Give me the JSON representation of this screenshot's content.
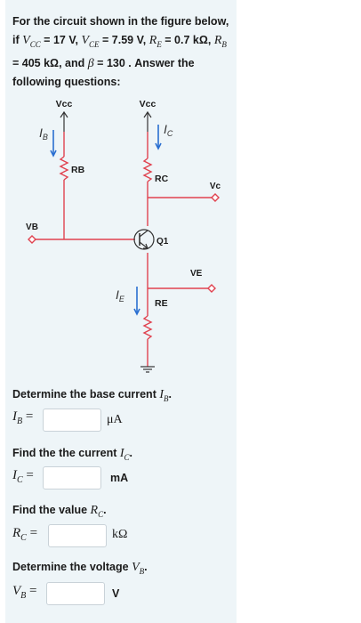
{
  "question": {
    "intro": "For the circuit shown in the figure below, if",
    "vcc_sym": "V",
    "vcc_sub": "CC",
    "vcc_val": " = 17 V, ",
    "vce_sym": "V",
    "vce_sub": "CE",
    "vce_val": " = 7.59 V,",
    "re_sym": "R",
    "re_sub": "E",
    "re_val": " = 0.7 kΩ, ",
    "rb_sym": "R",
    "rb_sub": "B",
    "rb_val": " = 405 kΩ, and ",
    "beta_sym": "β",
    "beta_val": " = 130",
    "outro": ". Answer the following questions:"
  },
  "circuit": {
    "vcc_left": "Vcc",
    "vcc_right": "Vcc",
    "ib_label": "I",
    "ib_sub": "B",
    "ic_label": "I",
    "ic_sub": "C",
    "rb_label": "RB",
    "rc_label": "RC",
    "vc_label": "Vc",
    "vb_label": "VB",
    "q1_label": "Q1",
    "ve_label": "VE",
    "ie_label": "I",
    "ie_sub": "E",
    "re_label": "RE",
    "colors": {
      "wire": "#e0424f",
      "arrow": "#2a6fd1",
      "node": "#e0424f"
    }
  },
  "parts": [
    {
      "prompt": "Determine the base current ",
      "sym": "I",
      "sub": "B",
      "end": ".",
      "lhs": "I",
      "lhs_sub": "B",
      "eq": " =",
      "value": "",
      "unit": "μA"
    },
    {
      "prompt": "Find the the current ",
      "sym": "I",
      "sub": "C",
      "end": ".",
      "lhs": "I",
      "lhs_sub": "C",
      "eq": " =",
      "value": "",
      "unit": "mA"
    },
    {
      "prompt": "Find the value ",
      "sym": "R",
      "sub": "C",
      "end": ".",
      "lhs": "R",
      "lhs_sub": "C",
      "eq": " =",
      "value": "",
      "unit": "kΩ"
    },
    {
      "prompt": "Determine the voltage ",
      "sym": "V",
      "sub": "B",
      "end": ".",
      "lhs": "V",
      "lhs_sub": "B",
      "eq": " =",
      "value": "",
      "unit": "V"
    }
  ]
}
